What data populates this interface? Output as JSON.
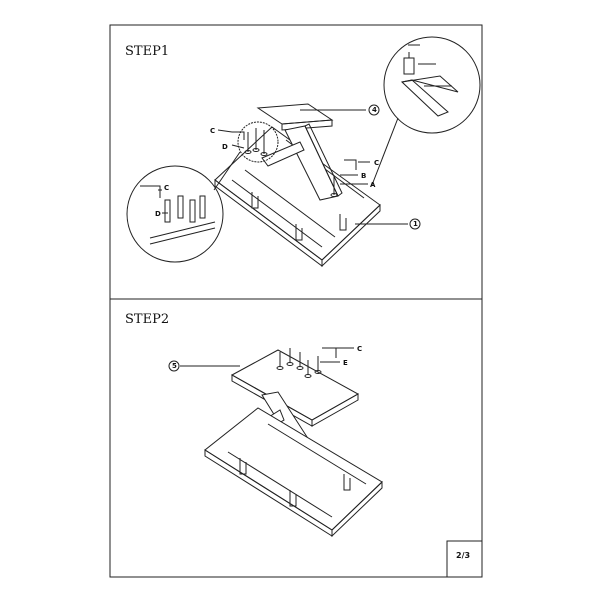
{
  "step1": {
    "title": "STEP1",
    "labels": {
      "c_top": "C",
      "d_top": "D",
      "part4": "4",
      "c_right": "C",
      "b": "B",
      "a": "A",
      "part1": "1",
      "c_zoom": "C",
      "d_zoom": "D"
    }
  },
  "step2": {
    "title": "STEP2",
    "labels": {
      "part5": "5",
      "c": "C",
      "e": "E"
    }
  },
  "page_number": "2/3"
}
